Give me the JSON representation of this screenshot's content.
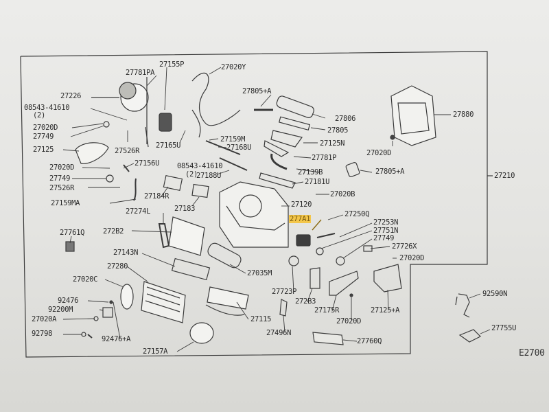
{
  "diagram": {
    "code": "E2700",
    "highlight_part": "277A1",
    "parts": [
      {
        "id": "p-27155P",
        "text": "27155P"
      },
      {
        "id": "p-27781PA",
        "text": "27781PA"
      },
      {
        "id": "p-27020Y",
        "text": "27020Y"
      },
      {
        "id": "p-27226",
        "text": "27226"
      },
      {
        "id": "p-27805A-1",
        "text": "27805+A"
      },
      {
        "id": "p-08543-1",
        "text": "08543-41610"
      },
      {
        "id": "p-2-1",
        "text": "(2)"
      },
      {
        "id": "p-27806",
        "text": "27806"
      },
      {
        "id": "p-27880",
        "text": "27880"
      },
      {
        "id": "p-27020D-1",
        "text": "27020D"
      },
      {
        "id": "p-27805",
        "text": "27805"
      },
      {
        "id": "p-27749-1",
        "text": "27749"
      },
      {
        "id": "p-27159M",
        "text": "27159M"
      },
      {
        "id": "p-27125N",
        "text": "27125N"
      },
      {
        "id": "p-27165U",
        "text": "27165U"
      },
      {
        "id": "p-27168U",
        "text": "27168U"
      },
      {
        "id": "p-27125",
        "text": "27125"
      },
      {
        "id": "p-27526R-1",
        "text": "27526R"
      },
      {
        "id": "p-27781P",
        "text": "27781P"
      },
      {
        "id": "p-27020D-2",
        "text": "27020D"
      },
      {
        "id": "p-27156U",
        "text": "27156U"
      },
      {
        "id": "p-08543-2",
        "text": "08543-41610"
      },
      {
        "id": "p-27139B",
        "text": "27139B"
      },
      {
        "id": "p-27805A-2",
        "text": "27805+A"
      },
      {
        "id": "p-27020D-3",
        "text": "27020D"
      },
      {
        "id": "p-2-2",
        "text": "(2)"
      },
      {
        "id": "p-27188U",
        "text": "27188U"
      },
      {
        "id": "p-27210",
        "text": "27210"
      },
      {
        "id": "p-27749-2",
        "text": "27749"
      },
      {
        "id": "p-27181U",
        "text": "27181U"
      },
      {
        "id": "p-27526R-2",
        "text": "27526R"
      },
      {
        "id": "p-27020B",
        "text": "27020B"
      },
      {
        "id": "p-27184R",
        "text": "27184R"
      },
      {
        "id": "p-27159MA",
        "text": "27159MA"
      },
      {
        "id": "p-27120",
        "text": "27120"
      },
      {
        "id": "p-27274L",
        "text": "27274L"
      },
      {
        "id": "p-27183",
        "text": "27183"
      },
      {
        "id": "p-27250Q",
        "text": "27250Q"
      },
      {
        "id": "p-277A1",
        "text": "277A1"
      },
      {
        "id": "p-27253N",
        "text": "27253N"
      },
      {
        "id": "p-27761Q",
        "text": "27761Q"
      },
      {
        "id": "p-272B2",
        "text": "272B2"
      },
      {
        "id": "p-27751N",
        "text": "27751N"
      },
      {
        "id": "p-27749-3",
        "text": "27749"
      },
      {
        "id": "p-27726X",
        "text": "27726X"
      },
      {
        "id": "p-27143N",
        "text": "27143N"
      },
      {
        "id": "p-27020D-4",
        "text": "27020D"
      },
      {
        "id": "p-27280",
        "text": "27280"
      },
      {
        "id": "p-27035M",
        "text": "27035M"
      },
      {
        "id": "p-27020C",
        "text": "27020C"
      },
      {
        "id": "p-92590N",
        "text": "92590N"
      },
      {
        "id": "p-27723P",
        "text": "27723P"
      },
      {
        "id": "p-92476-1",
        "text": "92476"
      },
      {
        "id": "p-272B3",
        "text": "272B3"
      },
      {
        "id": "p-92200M",
        "text": "92200M"
      },
      {
        "id": "p-27175R",
        "text": "27175R"
      },
      {
        "id": "p-27125A",
        "text": "27125+A"
      },
      {
        "id": "p-27020A",
        "text": "27020A"
      },
      {
        "id": "p-27115",
        "text": "27115"
      },
      {
        "id": "p-27020D-5",
        "text": "27020D"
      },
      {
        "id": "p-27755U",
        "text": "27755U"
      },
      {
        "id": "p-92798",
        "text": "92798"
      },
      {
        "id": "p-92476A",
        "text": "92476+A"
      },
      {
        "id": "p-27496N",
        "text": "27496N"
      },
      {
        "id": "p-27760Q",
        "text": "27760Q"
      },
      {
        "id": "p-27157A",
        "text": "27157A"
      }
    ]
  }
}
